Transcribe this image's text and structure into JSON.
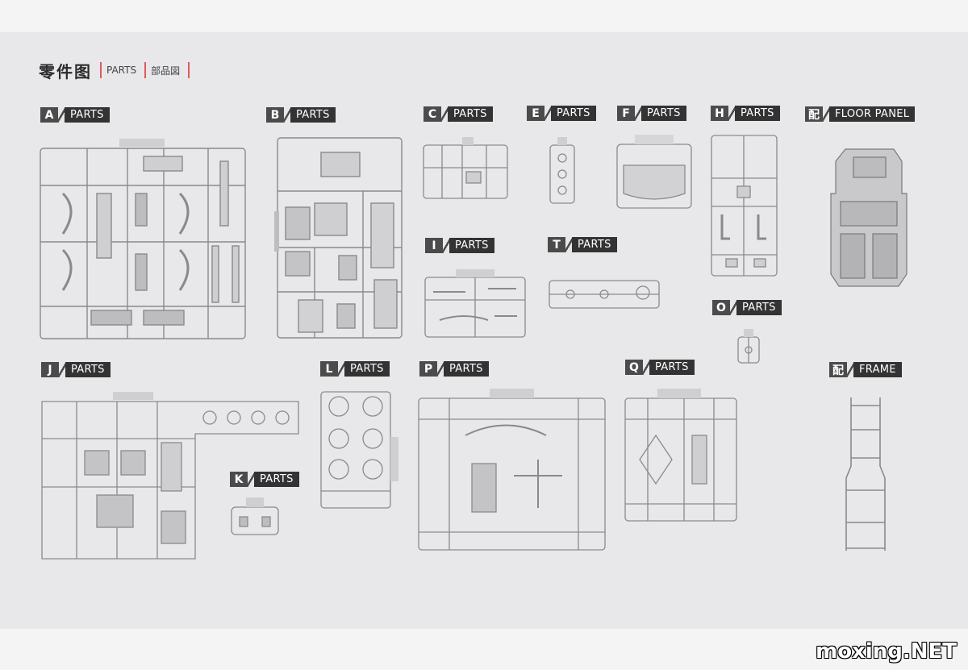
{
  "header": {
    "title_zh": "零件图",
    "sub_en": "PARTS",
    "sub_jp": "部品図"
  },
  "sections": [
    {
      "key": "A",
      "letter": "A",
      "tag": "PARTS"
    },
    {
      "key": "B",
      "letter": "B",
      "tag": "PARTS"
    },
    {
      "key": "C",
      "letter": "C",
      "tag": "PARTS"
    },
    {
      "key": "E",
      "letter": "E",
      "tag": "PARTS"
    },
    {
      "key": "F",
      "letter": "F",
      "tag": "PARTS"
    },
    {
      "key": "H",
      "letter": "H",
      "tag": "PARTS"
    },
    {
      "key": "floor",
      "letter": "配",
      "tag": "FLOOR PANEL"
    },
    {
      "key": "I",
      "letter": "I",
      "tag": "PARTS"
    },
    {
      "key": "T",
      "letter": "T",
      "tag": "PARTS"
    },
    {
      "key": "O",
      "letter": "O",
      "tag": "PARTS"
    },
    {
      "key": "J",
      "letter": "J",
      "tag": "PARTS"
    },
    {
      "key": "L",
      "letter": "L",
      "tag": "PARTS"
    },
    {
      "key": "P",
      "letter": "P",
      "tag": "PARTS"
    },
    {
      "key": "Q",
      "letter": "Q",
      "tag": "PARTS"
    },
    {
      "key": "frame",
      "letter": "配",
      "tag": "FRAME"
    },
    {
      "key": "K",
      "letter": "K",
      "tag": "PARTS"
    }
  ],
  "watermark": "moxing.NET"
}
